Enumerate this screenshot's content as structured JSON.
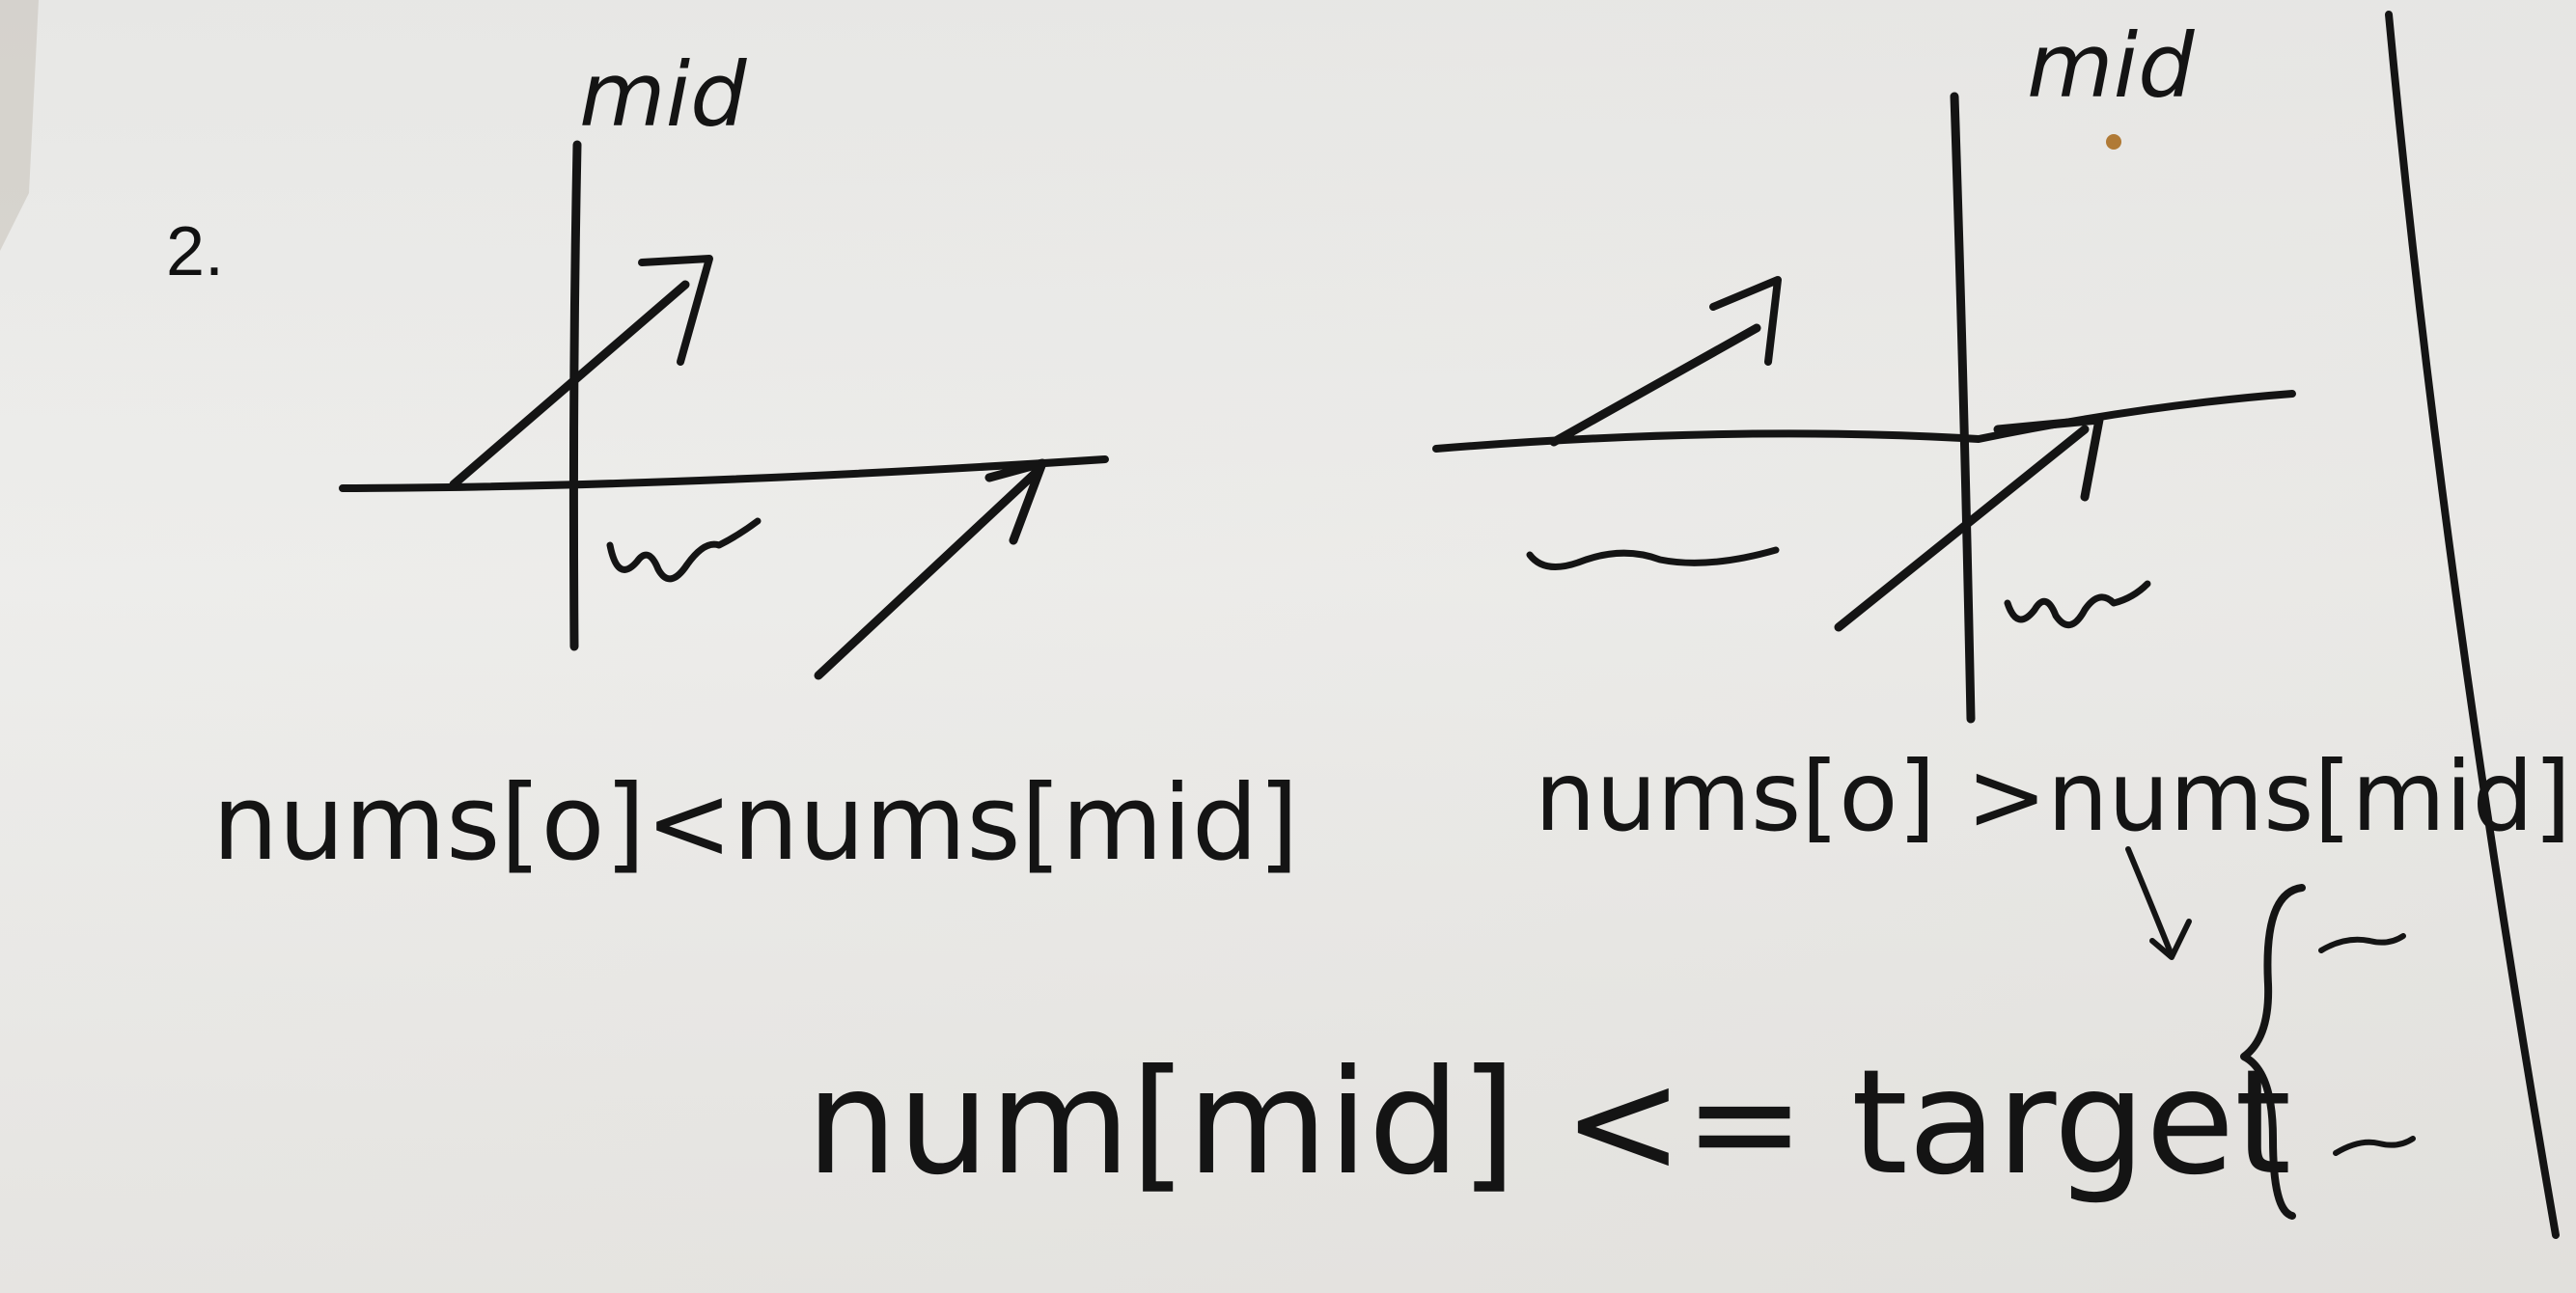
{
  "item_number": "2.",
  "diagrams": [
    {
      "axis_label": "mid",
      "condition": "nums[o]<nums[mid]"
    },
    {
      "axis_label": "mid",
      "condition": "nums[o] >nums[mid]"
    }
  ],
  "bottom_condition": "num[mid] <= target",
  "ink_color": "#141414",
  "paper_color": "#ececea"
}
